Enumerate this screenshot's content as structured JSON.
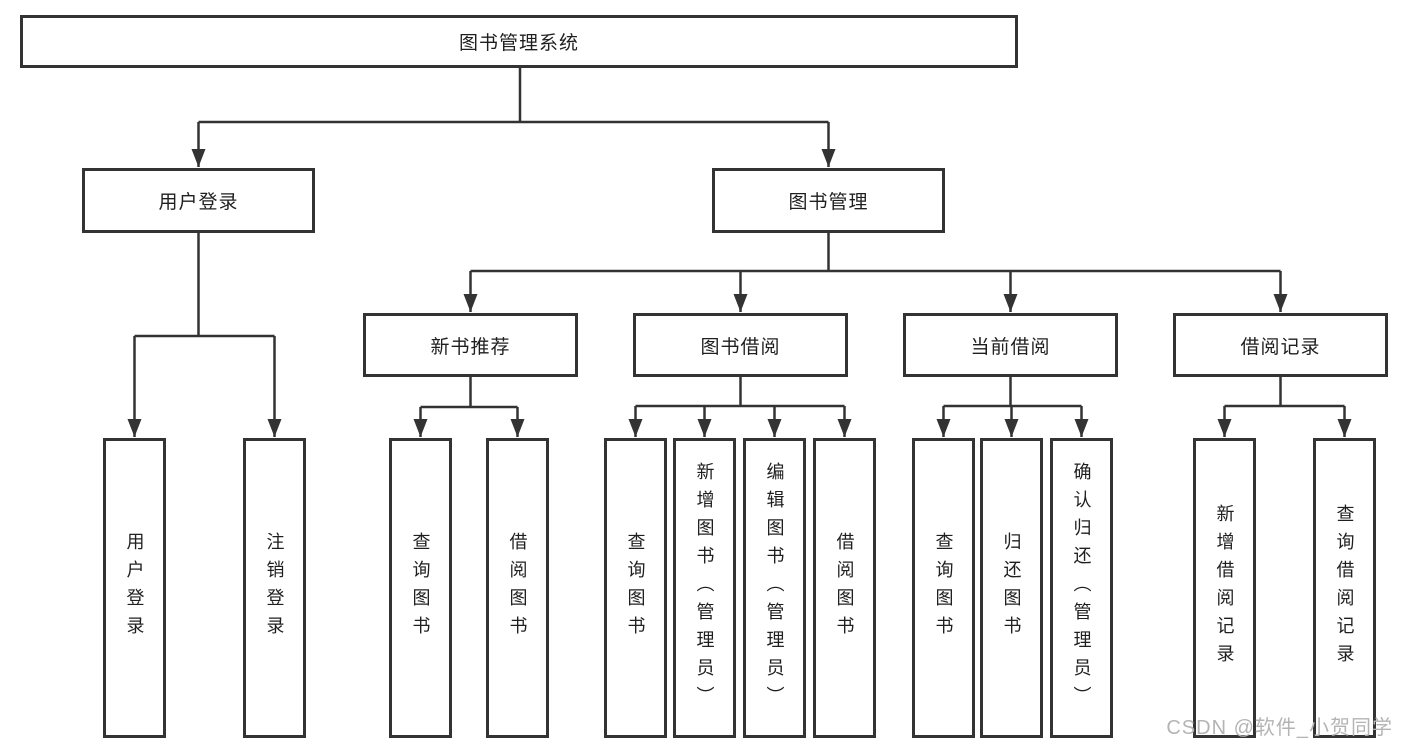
{
  "tree": {
    "label": "图书管理系统",
    "children": [
      {
        "label": "用户登录",
        "children": [
          {
            "label": "用户登录"
          },
          {
            "label": "注销登录"
          }
        ]
      },
      {
        "label": "图书管理",
        "children": [
          {
            "label": "新书推荐",
            "children": [
              {
                "label": "查询图书"
              },
              {
                "label": "借阅图书"
              }
            ]
          },
          {
            "label": "图书借阅",
            "children": [
              {
                "label": "查询图书"
              },
              {
                "label": "新增图书（管理员）"
              },
              {
                "label": "编辑图书（管理员）"
              },
              {
                "label": "借阅图书"
              }
            ]
          },
          {
            "label": "当前借阅",
            "children": [
              {
                "label": "查询图书"
              },
              {
                "label": "归还图书"
              },
              {
                "label": "确认归还（管理员）"
              }
            ]
          },
          {
            "label": "借阅记录",
            "children": [
              {
                "label": "新增借阅记录"
              },
              {
                "label": "查询借阅记录"
              }
            ]
          }
        ]
      }
    ]
  },
  "watermark": {
    "text": "CSDN @软件_小贺同学"
  },
  "colors": {
    "line": "#333333",
    "text": "#1f1f1f",
    "watermark": "#b4b4b4",
    "background": "#ffffff"
  }
}
